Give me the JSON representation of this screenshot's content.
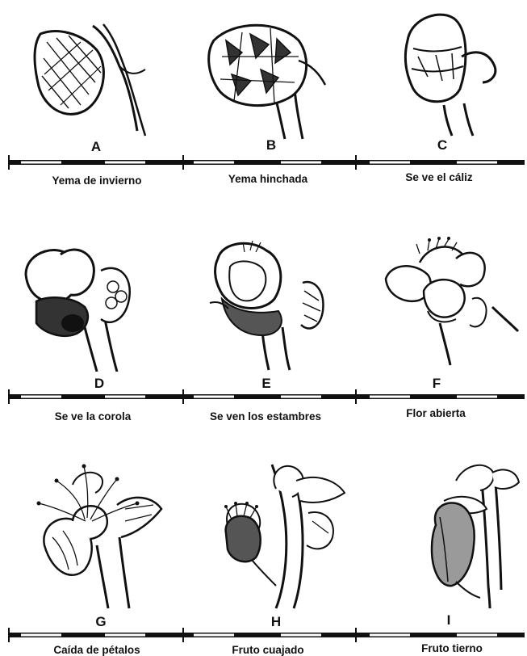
{
  "stages": [
    {
      "letter": "A",
      "name": "Yema de invierno",
      "icon": "dormant-winter-bud-drawing"
    },
    {
      "letter": "B",
      "name": "Yema hinchada",
      "icon": "swollen-bud-drawing"
    },
    {
      "letter": "C",
      "name": "Se ve el cáliz",
      "icon": "calyx-visible-bud-drawing"
    },
    {
      "letter": "D",
      "name": "Se ve la corola",
      "icon": "corolla-visible-bud-drawing"
    },
    {
      "letter": "E",
      "name": "Se ven los estambres",
      "icon": "stamens-visible-bud-drawing"
    },
    {
      "letter": "F",
      "name": "Flor abierta",
      "icon": "open-flower-drawing"
    },
    {
      "letter": "G",
      "name": "Caída de pétalos",
      "icon": "petal-fall-drawing"
    },
    {
      "letter": "H",
      "name": "Fruto cuajado",
      "icon": "fruit-set-drawing"
    },
    {
      "letter": "I",
      "name": "Fruto tierno",
      "icon": "young-fruit-drawing"
    }
  ],
  "colors": {
    "ink": "#111111",
    "paper": "#ffffff",
    "shade": "#9a9a9a"
  }
}
